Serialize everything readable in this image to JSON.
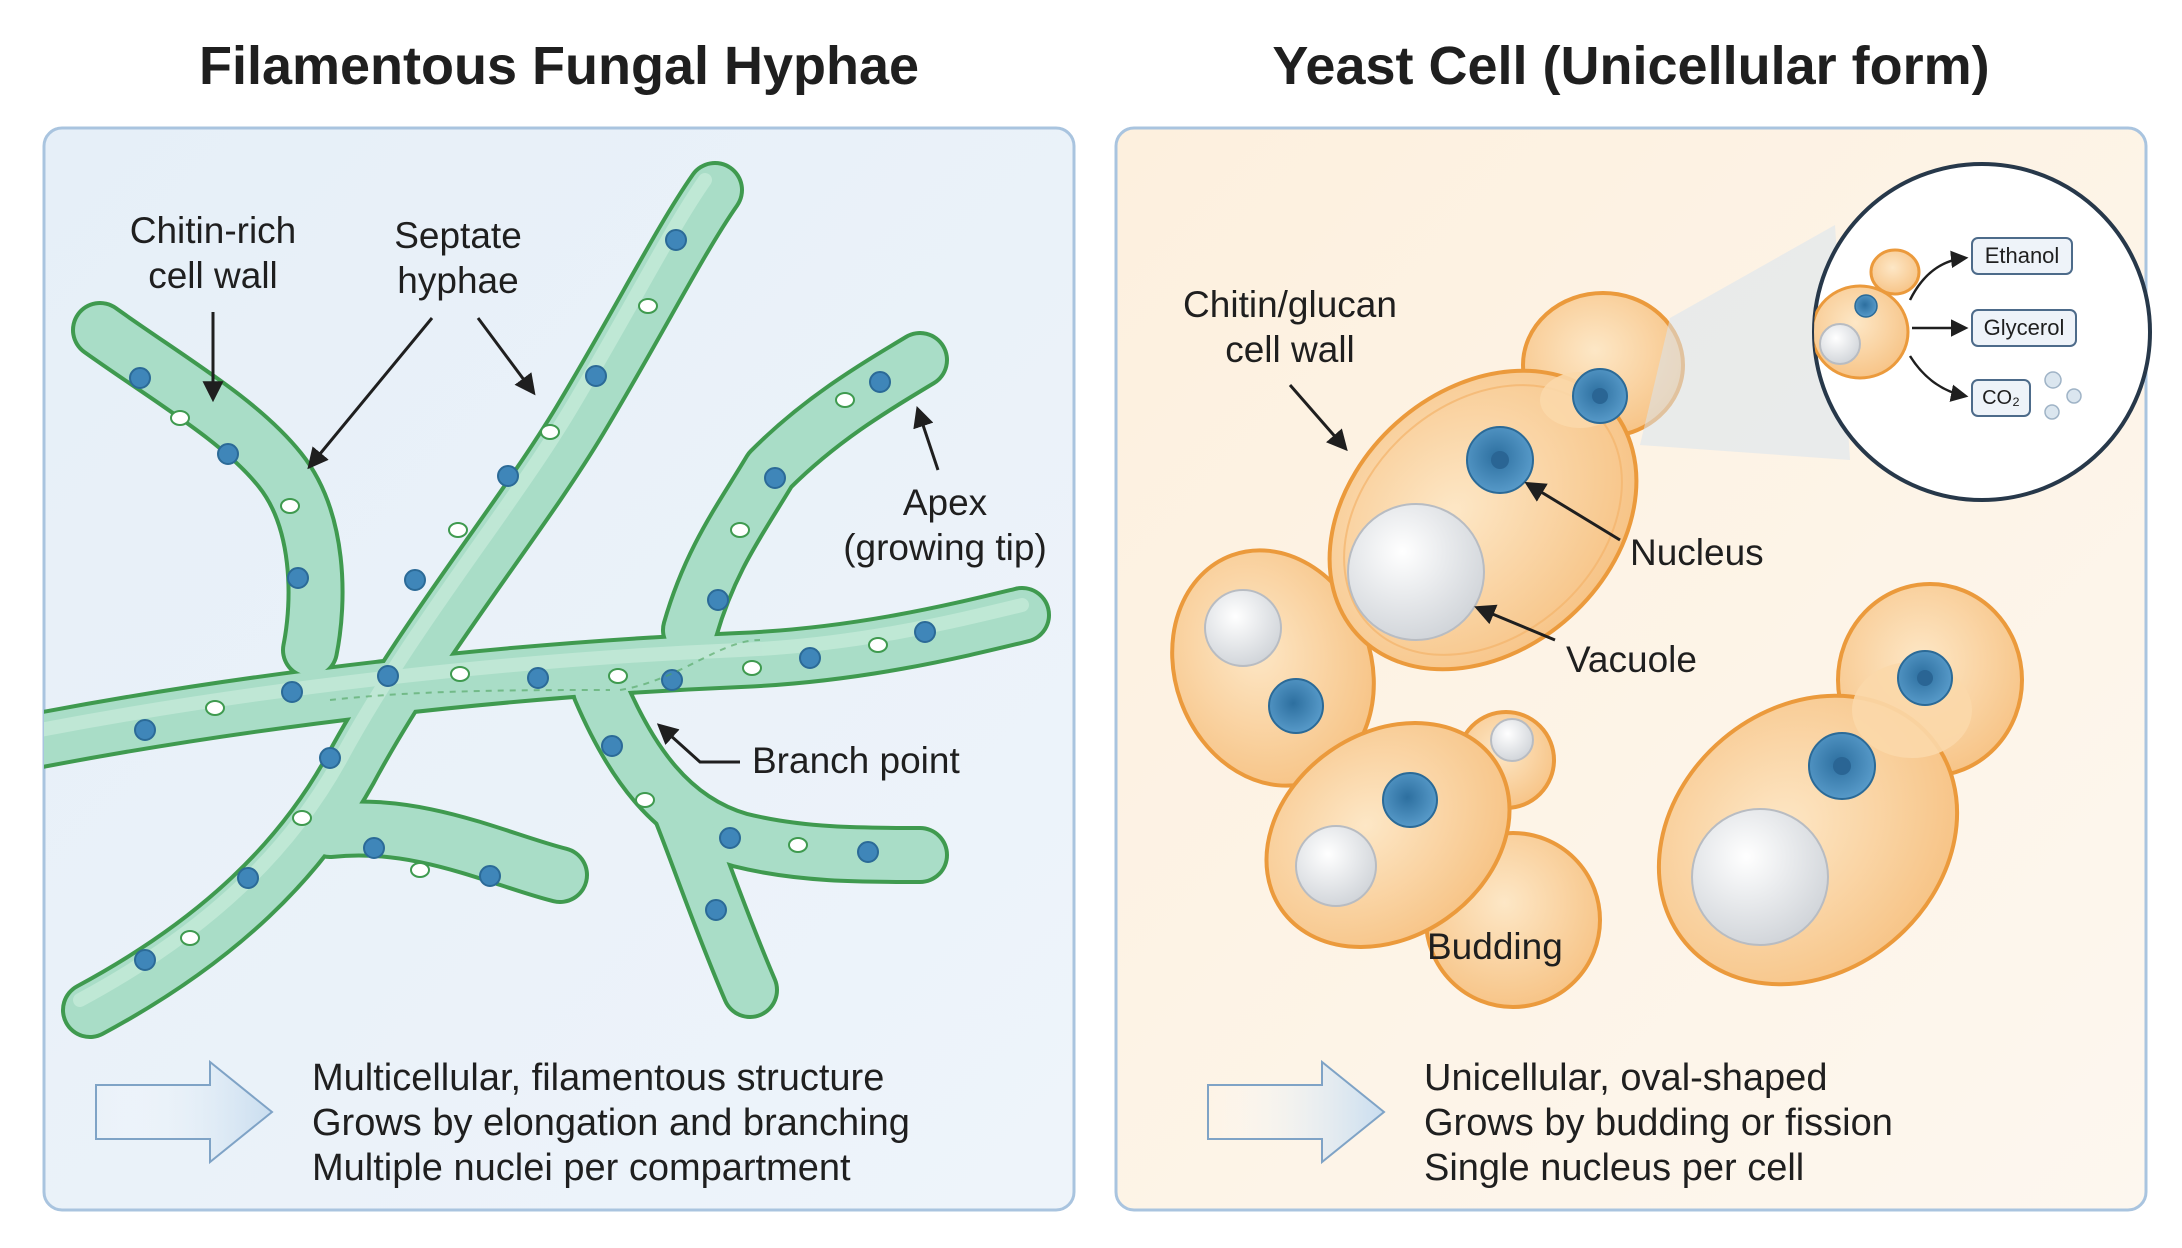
{
  "left_panel": {
    "title": "Filamentous Fungal Hyphae",
    "labels": {
      "cell_wall_line1": "Chitin-rich",
      "cell_wall_line2": "cell wall",
      "septate_line1": "Septate",
      "septate_line2": "hyphae",
      "apex_line1": "Apex",
      "apex_line2": "(growing tip)",
      "branch_point": "Branch point"
    },
    "summary": [
      "Multicellular, filamentous structure",
      "Grows by elongation and branching",
      "Multiple nuclei per compartment"
    ],
    "colors": {
      "panel": "#eaf2f9",
      "border": "#a9c4df",
      "hypha": "#a6dcc6",
      "hypha_edge": "#3f9a4f",
      "nucleus": "#3f86b9"
    }
  },
  "right_panel": {
    "title": "Yeast Cell (Unicellular form)",
    "labels": {
      "cell_wall_line1": "Chitin/glucan",
      "cell_wall_line2": "cell wall",
      "nucleus": "Nucleus",
      "vacuole": "Vacuole",
      "budding": "Budding"
    },
    "inset": {
      "products": [
        "Ethanol",
        "Glycerol",
        "CO₂"
      ]
    },
    "summary": [
      "Unicellular, oval-shaped",
      "Grows by budding or fission",
      "Single nucleus per cell"
    ],
    "colors": {
      "panel": "#fdf3e6",
      "border": "#a9c4df",
      "cell": "#f8c68a",
      "cell_edge": "#eb9a3c",
      "nucleus": "#3f86b9",
      "vacuole": "#e6e8ea"
    }
  }
}
